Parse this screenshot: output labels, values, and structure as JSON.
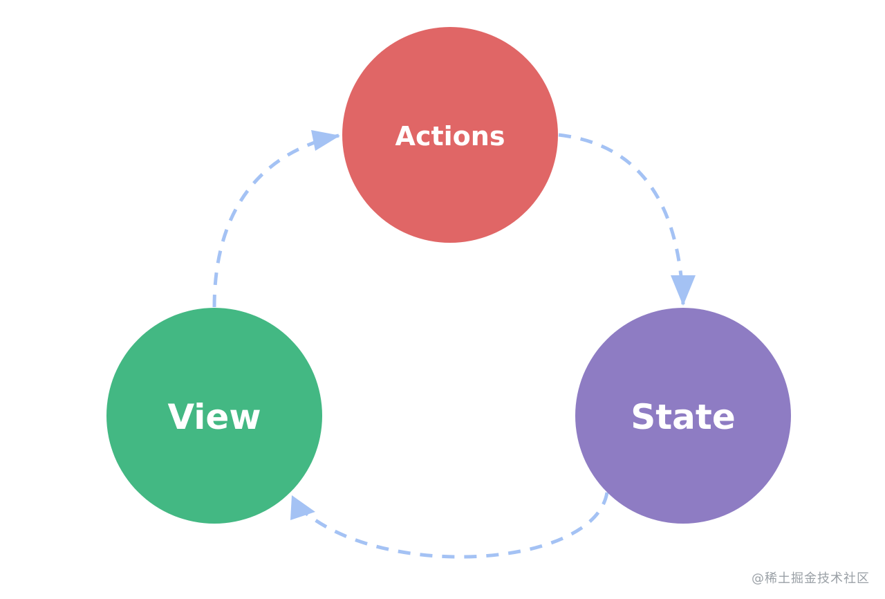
{
  "nodes": {
    "actions": {
      "label": "Actions",
      "color": "#E06666"
    },
    "state": {
      "label": "State",
      "color": "#8E7CC3"
    },
    "view": {
      "label": "View",
      "color": "#43B883"
    }
  },
  "edges": [
    {
      "from": "actions",
      "to": "state"
    },
    {
      "from": "state",
      "to": "view"
    },
    {
      "from": "view",
      "to": "actions"
    }
  ],
  "edge_color": "#A4C2F4",
  "watermark": "@稀土掘金技术社区"
}
